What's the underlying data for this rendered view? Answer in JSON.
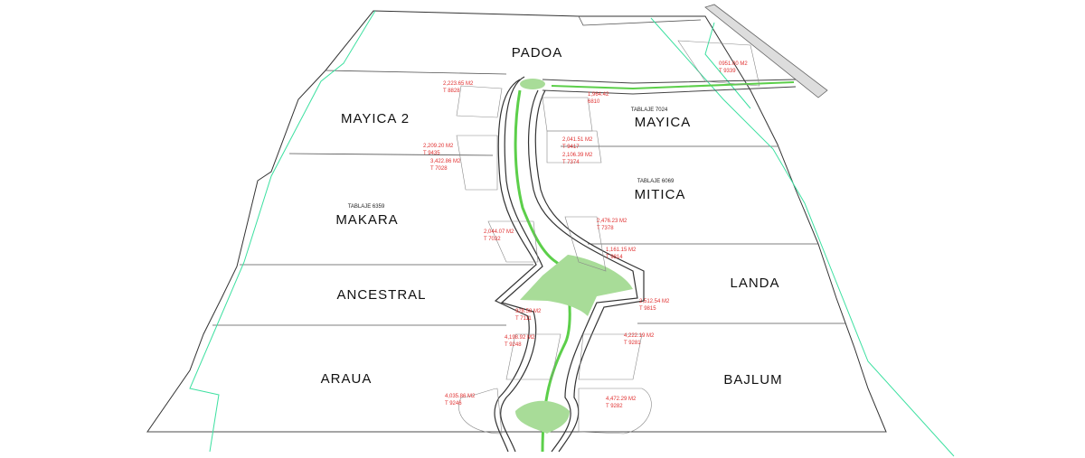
{
  "zones": [
    {
      "name": "PADOA"
    },
    {
      "name": "MAYICA 2"
    },
    {
      "name": "MAYICA",
      "tablaje": "TABLAJE 7024"
    },
    {
      "name": "MITICA",
      "tablaje": "TABLAJE 6069"
    },
    {
      "name": "MAKARA",
      "tablaje": "TABLAJE 6359"
    },
    {
      "name": "ANCESTRAL"
    },
    {
      "name": "LANDA"
    },
    {
      "name": "ARAUA"
    },
    {
      "name": "BAJLUM"
    }
  ],
  "lots": [
    {
      "area": "2,223.65 M2",
      "id": "T 8828"
    },
    {
      "area": "1,964.42",
      "id": "6810"
    },
    {
      "area": "2,041.51 M2",
      "id": "T 9417"
    },
    {
      "area": "2,209.20 M2",
      "id": "T 9435"
    },
    {
      "area": "2,106.39 M2",
      "id": "T 7374"
    },
    {
      "area": "3,422.86 M2",
      "id": "T 7028"
    },
    {
      "area": "2,476.23 M2",
      "id": "T 7378"
    },
    {
      "area": "2,044.07 M2",
      "id": "T 7032"
    },
    {
      "area": "1,161.15 M2",
      "id": "T 9814"
    },
    {
      "area": "2,512.54 M2",
      "id": "T 9815"
    },
    {
      "area": "928.58 M2",
      "id": "T 7111"
    },
    {
      "area": "4,198.92 M2",
      "id": "T 9248"
    },
    {
      "area": "4,222.19 M2",
      "id": "T 9281"
    },
    {
      "area": "4,035.86 M2",
      "id": "T 9246"
    },
    {
      "area": "4,472.29 M2",
      "id": "T 9282"
    },
    {
      "area": "0951.00 M2",
      "id": "T 9339"
    }
  ],
  "colors": {
    "green": "#a8dc98",
    "road_green": "#5ccf4a",
    "boundary": "#3ce0a0",
    "label_red": "#e03030"
  }
}
